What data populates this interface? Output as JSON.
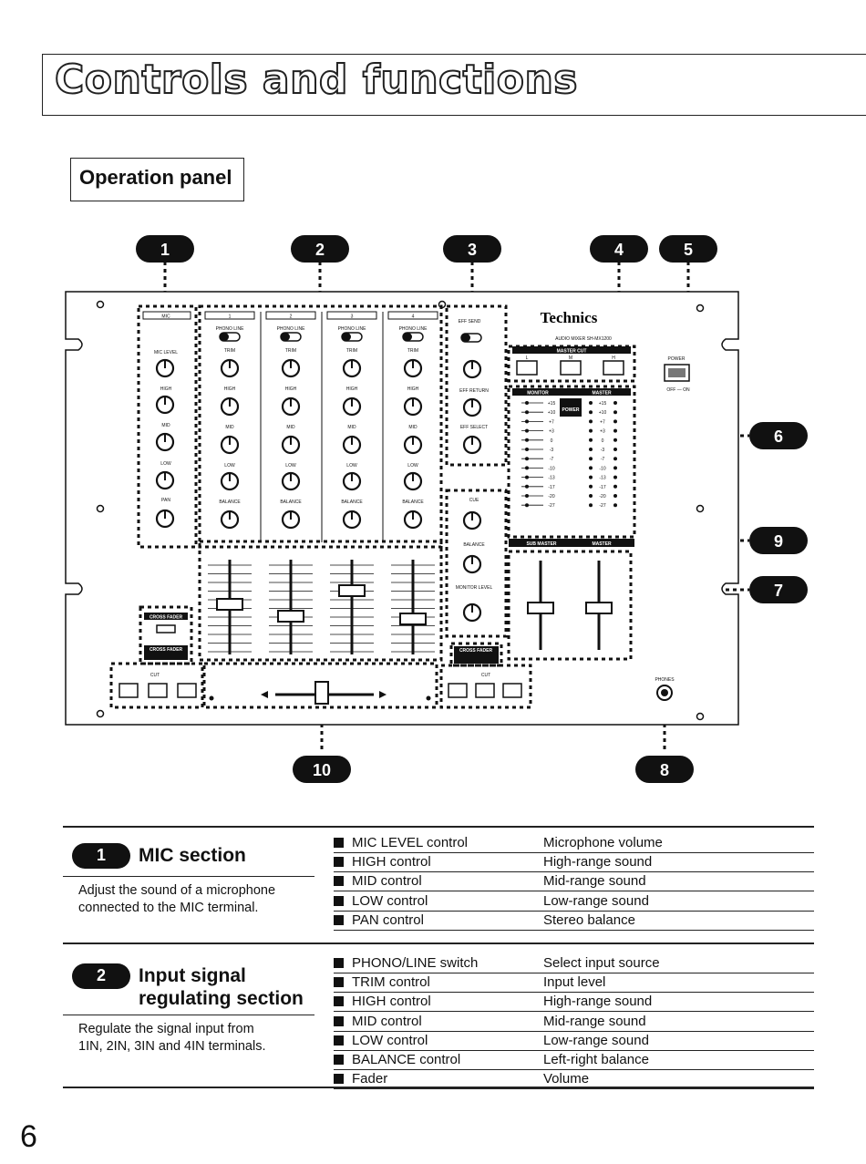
{
  "page_title": "Controls and functions",
  "operation_panel_label": "Operation panel",
  "callouts": [
    "1",
    "2",
    "3",
    "4",
    "5",
    "6",
    "7",
    "8",
    "9",
    "10"
  ],
  "panel": {
    "brand": "Technics",
    "model": "AUDIO MIXER SH-MX1200",
    "mic_header": "MIC",
    "channels": [
      "1",
      "2",
      "3",
      "4"
    ],
    "phono_line": "PHONO  LINE",
    "mic_level": "MIC LEVEL",
    "trim": "TRIM",
    "high": "HIGH",
    "mid": "MID",
    "low": "LOW",
    "pan": "PAN",
    "balance": "BALANCE",
    "eff_send": "EFF SEND",
    "eff_return": "EFF RETURN",
    "eff_select": "EFF SELECT",
    "cue": "CUE",
    "monitor_level": "MONITOR LEVEL",
    "master_cut": "MASTER CUT",
    "lmh": [
      "L",
      "M",
      "H"
    ],
    "power": "POWER",
    "off_on": "OFF — ON",
    "monitor": "MONITOR",
    "master": "MASTER",
    "sub_master": "SUB MASTER",
    "cross_fader": "CROSS FADER",
    "cut": "CUT",
    "phones": "PHONES",
    "meter_levels": [
      "+15",
      "+10",
      "+7",
      "+3",
      "0",
      "-3",
      "-7",
      "-10",
      "-13",
      "-17",
      "-20",
      "-27"
    ]
  },
  "sections": [
    {
      "number": "1",
      "title_lines": [
        "MIC section"
      ],
      "description_lines": [
        "Adjust the sound of a microphone",
        "connected to the MIC terminal."
      ],
      "rows": [
        {
          "label": "MIC LEVEL control",
          "function": "Microphone volume"
        },
        {
          "label": "HIGH control",
          "function": "High-range sound"
        },
        {
          "label": "MID control",
          "function": "Mid-range sound"
        },
        {
          "label": "LOW control",
          "function": "Low-range sound"
        },
        {
          "label": "PAN control",
          "function": "Stereo balance"
        }
      ]
    },
    {
      "number": "2",
      "title_lines": [
        "Input signal",
        "regulating section"
      ],
      "description_lines": [
        "Regulate the signal input from",
        "1IN, 2IN, 3IN and 4IN terminals."
      ],
      "rows": [
        {
          "label": "PHONO/LINE switch",
          "function": "Select input source"
        },
        {
          "label": "TRIM control",
          "function": "Input level"
        },
        {
          "label": "HIGH control",
          "function": "High-range sound"
        },
        {
          "label": "MID control",
          "function": "Mid-range sound"
        },
        {
          "label": "LOW control",
          "function": "Low-range sound"
        },
        {
          "label": "BALANCE control",
          "function": "Left-right balance"
        },
        {
          "label": "Fader",
          "function": "Volume"
        }
      ]
    }
  ],
  "page_number": "6"
}
